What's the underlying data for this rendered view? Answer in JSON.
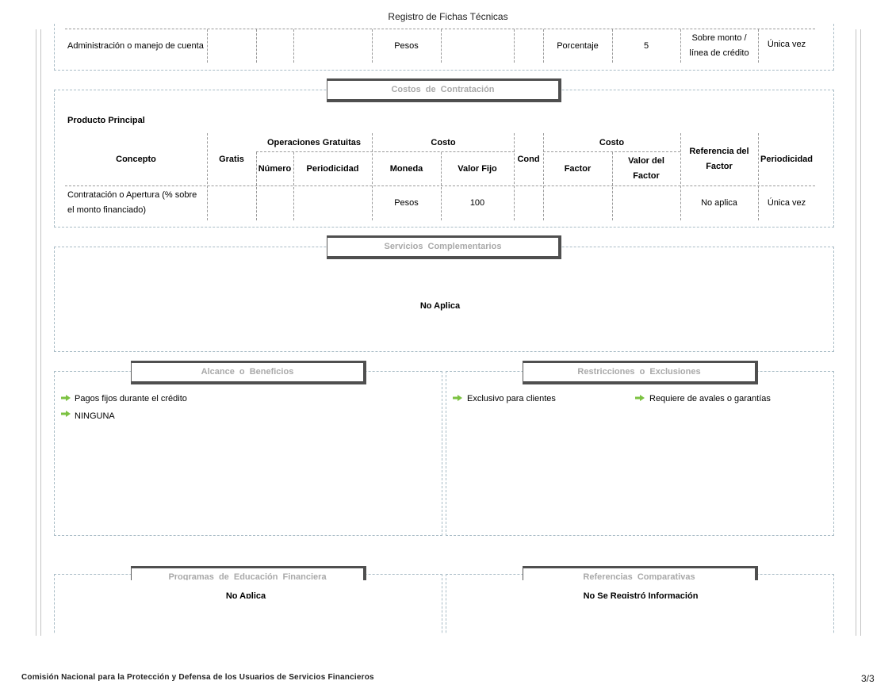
{
  "page_title": "Registro de Fichas Técnicas",
  "top_row": {
    "concepto": "Administración o manejo de cuenta",
    "moneda": "Pesos",
    "factor": "Porcentaje",
    "valor_factor": "5",
    "referencia": "Sobre monto / línea de crédito",
    "periodicidad": "Única vez"
  },
  "costos": {
    "tab": "Costos de Contratación",
    "producto": "Producto Principal",
    "headers": {
      "concepto": "Concepto",
      "gratis": "Gratis",
      "operaciones": "Operaciones Gratuitas",
      "numero": "Número",
      "periodicidad_op": "Periodicidad",
      "costo1": "Costo",
      "moneda": "Moneda",
      "valor_fijo": "Valor Fijo",
      "cond": "Cond",
      "costo2": "Costo",
      "factor": "Factor",
      "valor_factor": "Valor del Factor",
      "referencia": "Referencia del Factor",
      "periodicidad": "Periodicidad"
    },
    "row": {
      "concepto": "Contratación o Apertura (% sobre el monto financiado)",
      "moneda": "Pesos",
      "valor_fijo": "100",
      "referencia": "No aplica",
      "periodicidad": "Única vez"
    }
  },
  "servicios": {
    "tab": "Servicios Complementarios",
    "text": "No Aplica"
  },
  "alcance": {
    "tab": "Alcance o Beneficios",
    "items": [
      "Pagos fijos durante el crédito",
      "NINGUNA"
    ]
  },
  "restricciones": {
    "tab": "Restricciones o Exclusiones",
    "items": [
      "Exclusivo para clientes",
      "Requiere de avales o garantías"
    ]
  },
  "programas": {
    "tab": "Programas de Educación Financiera",
    "text": "No Aplica"
  },
  "referencias": {
    "tab": "Referencias Comparativas",
    "text": "No Se Registró Información"
  },
  "footer": {
    "org": "Comisión Nacional para la Protección y Defensa de los Usuarios de Servicios Financieros",
    "page": "3/3"
  },
  "colors": {
    "arrow": "#7cc242",
    "tab_text": "#a9a9a9",
    "panel_border": "#a9bcc6"
  }
}
